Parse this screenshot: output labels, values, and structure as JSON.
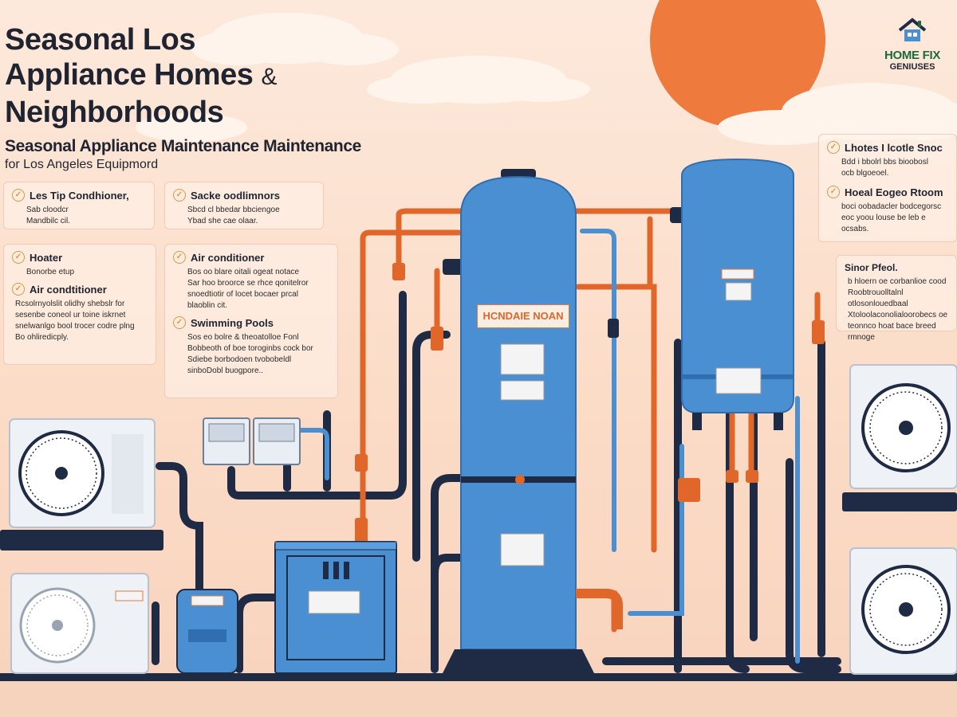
{
  "header": {
    "title_line1": "Seasonal Los",
    "title_line2": "Appliance Homes",
    "title_amp": "&",
    "title_line3": "Neighborhoods",
    "subtitle": "Seasonal Appliance Maintenance Maintenance",
    "subtitle_line2": "for Los Angeles Equipmord"
  },
  "logo": {
    "line1": "HOME FIX",
    "line2": "GENIUSES",
    "icon": "house-icon"
  },
  "cards": {
    "c1": {
      "heading": "Les Tip Condhioner,",
      "body": [
        "Sab cloodcr",
        "Mandbilc cil."
      ]
    },
    "c2": {
      "heading": "Sacke oodlimnors",
      "body": [
        "Sbcd cl bbedar bbciengoe",
        "Ybad she cae olaar."
      ]
    },
    "c3": {
      "heading": "Hoater",
      "body": [
        "Bonorbe etup"
      ],
      "heading2": "Air condtitioner",
      "body2": [
        "Rcsolrnyolslit olidhy shebslr for",
        "sesenbe coneol ur toine iskrnet",
        "snelwanlgo bool trocer codre plng",
        "Bo ohliredicply."
      ]
    },
    "c4": {
      "heading": "Air conditioner",
      "body": [
        "Bos oo blare oitali ogeat notace",
        "Sar hoo broorce se rhce qonitelror",
        "snoedtiotir of locet bocaer prcal",
        "blaoblin cit."
      ],
      "heading2": "Swimming Pools",
      "body2": [
        "Sos eo bolre & theoatolloe Fonl",
        "Bobbeoth of boe toroginbs cock bor",
        "Sdiebe borbodoen tvobobeldl",
        "sinboDobl buogpore.."
      ]
    },
    "r1": {
      "heading": "Lhotes I lcotle Snoc",
      "body": [
        "Bdd i bbolrl bbs bioobosl",
        "ocb blgoeoel."
      ],
      "heading2": "Hoeal Eogeo Rtoom",
      "body2": [
        "boci oobadacler bodcegorsc",
        "eoc yoou louse be leb e ocsabs."
      ]
    },
    "r2": {
      "heading": "Sinor Pfeol.",
      "body": [
        "b hloern oe corbanlioe cood",
        "Roobtrouolltalnl otlosonlouedbaal",
        "Xtoloolaconolialoorobecs oe",
        "teonnco hoat bace breed rmnoge"
      ]
    }
  },
  "equipment": {
    "tank_label": "HCNDAIE NOAN",
    "colors": {
      "tank": "#4a8fd1",
      "pipe_orange": "#e0662a",
      "pipe_navy": "#1f2b45",
      "sun": "#ee7a3e"
    }
  }
}
